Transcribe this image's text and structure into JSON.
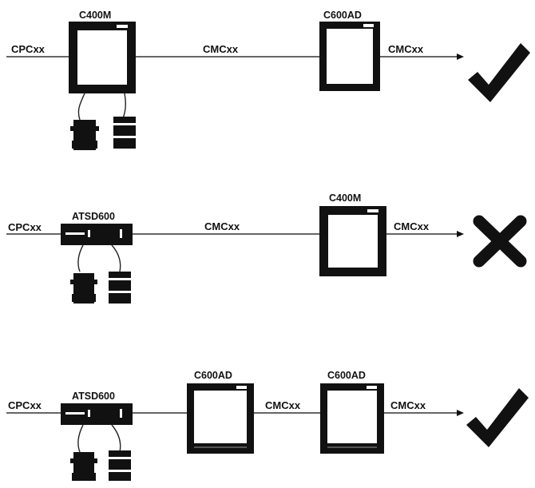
{
  "colors": {
    "ink": "#111111",
    "bg": "#ffffff",
    "line": "#333333"
  },
  "rows": [
    {
      "id": "row1",
      "input_label": "CPCxx",
      "devices": [
        {
          "type": "monitor",
          "label": "C400M"
        },
        {
          "type": "monitor",
          "label": "C600AD"
        }
      ],
      "link_labels": [
        "CMCxx"
      ],
      "output_label": "CMCxx",
      "result": "check"
    },
    {
      "id": "row2",
      "input_label": "CPCxx",
      "devices": [
        {
          "type": "switch",
          "label": "ATSD600"
        },
        {
          "type": "monitor",
          "label": "C400M"
        }
      ],
      "link_labels": [
        "CMCxx"
      ],
      "output_label": "CMCxx",
      "result": "cross"
    },
    {
      "id": "row3",
      "input_label": "CPCxx",
      "devices": [
        {
          "type": "switch",
          "label": "ATSD600"
        },
        {
          "type": "monitor",
          "label": "C600AD"
        },
        {
          "type": "monitor",
          "label": "C600AD"
        }
      ],
      "link_labels": [
        "CMCxx"
      ],
      "output_label": "CMCxx",
      "result": "check"
    }
  ]
}
